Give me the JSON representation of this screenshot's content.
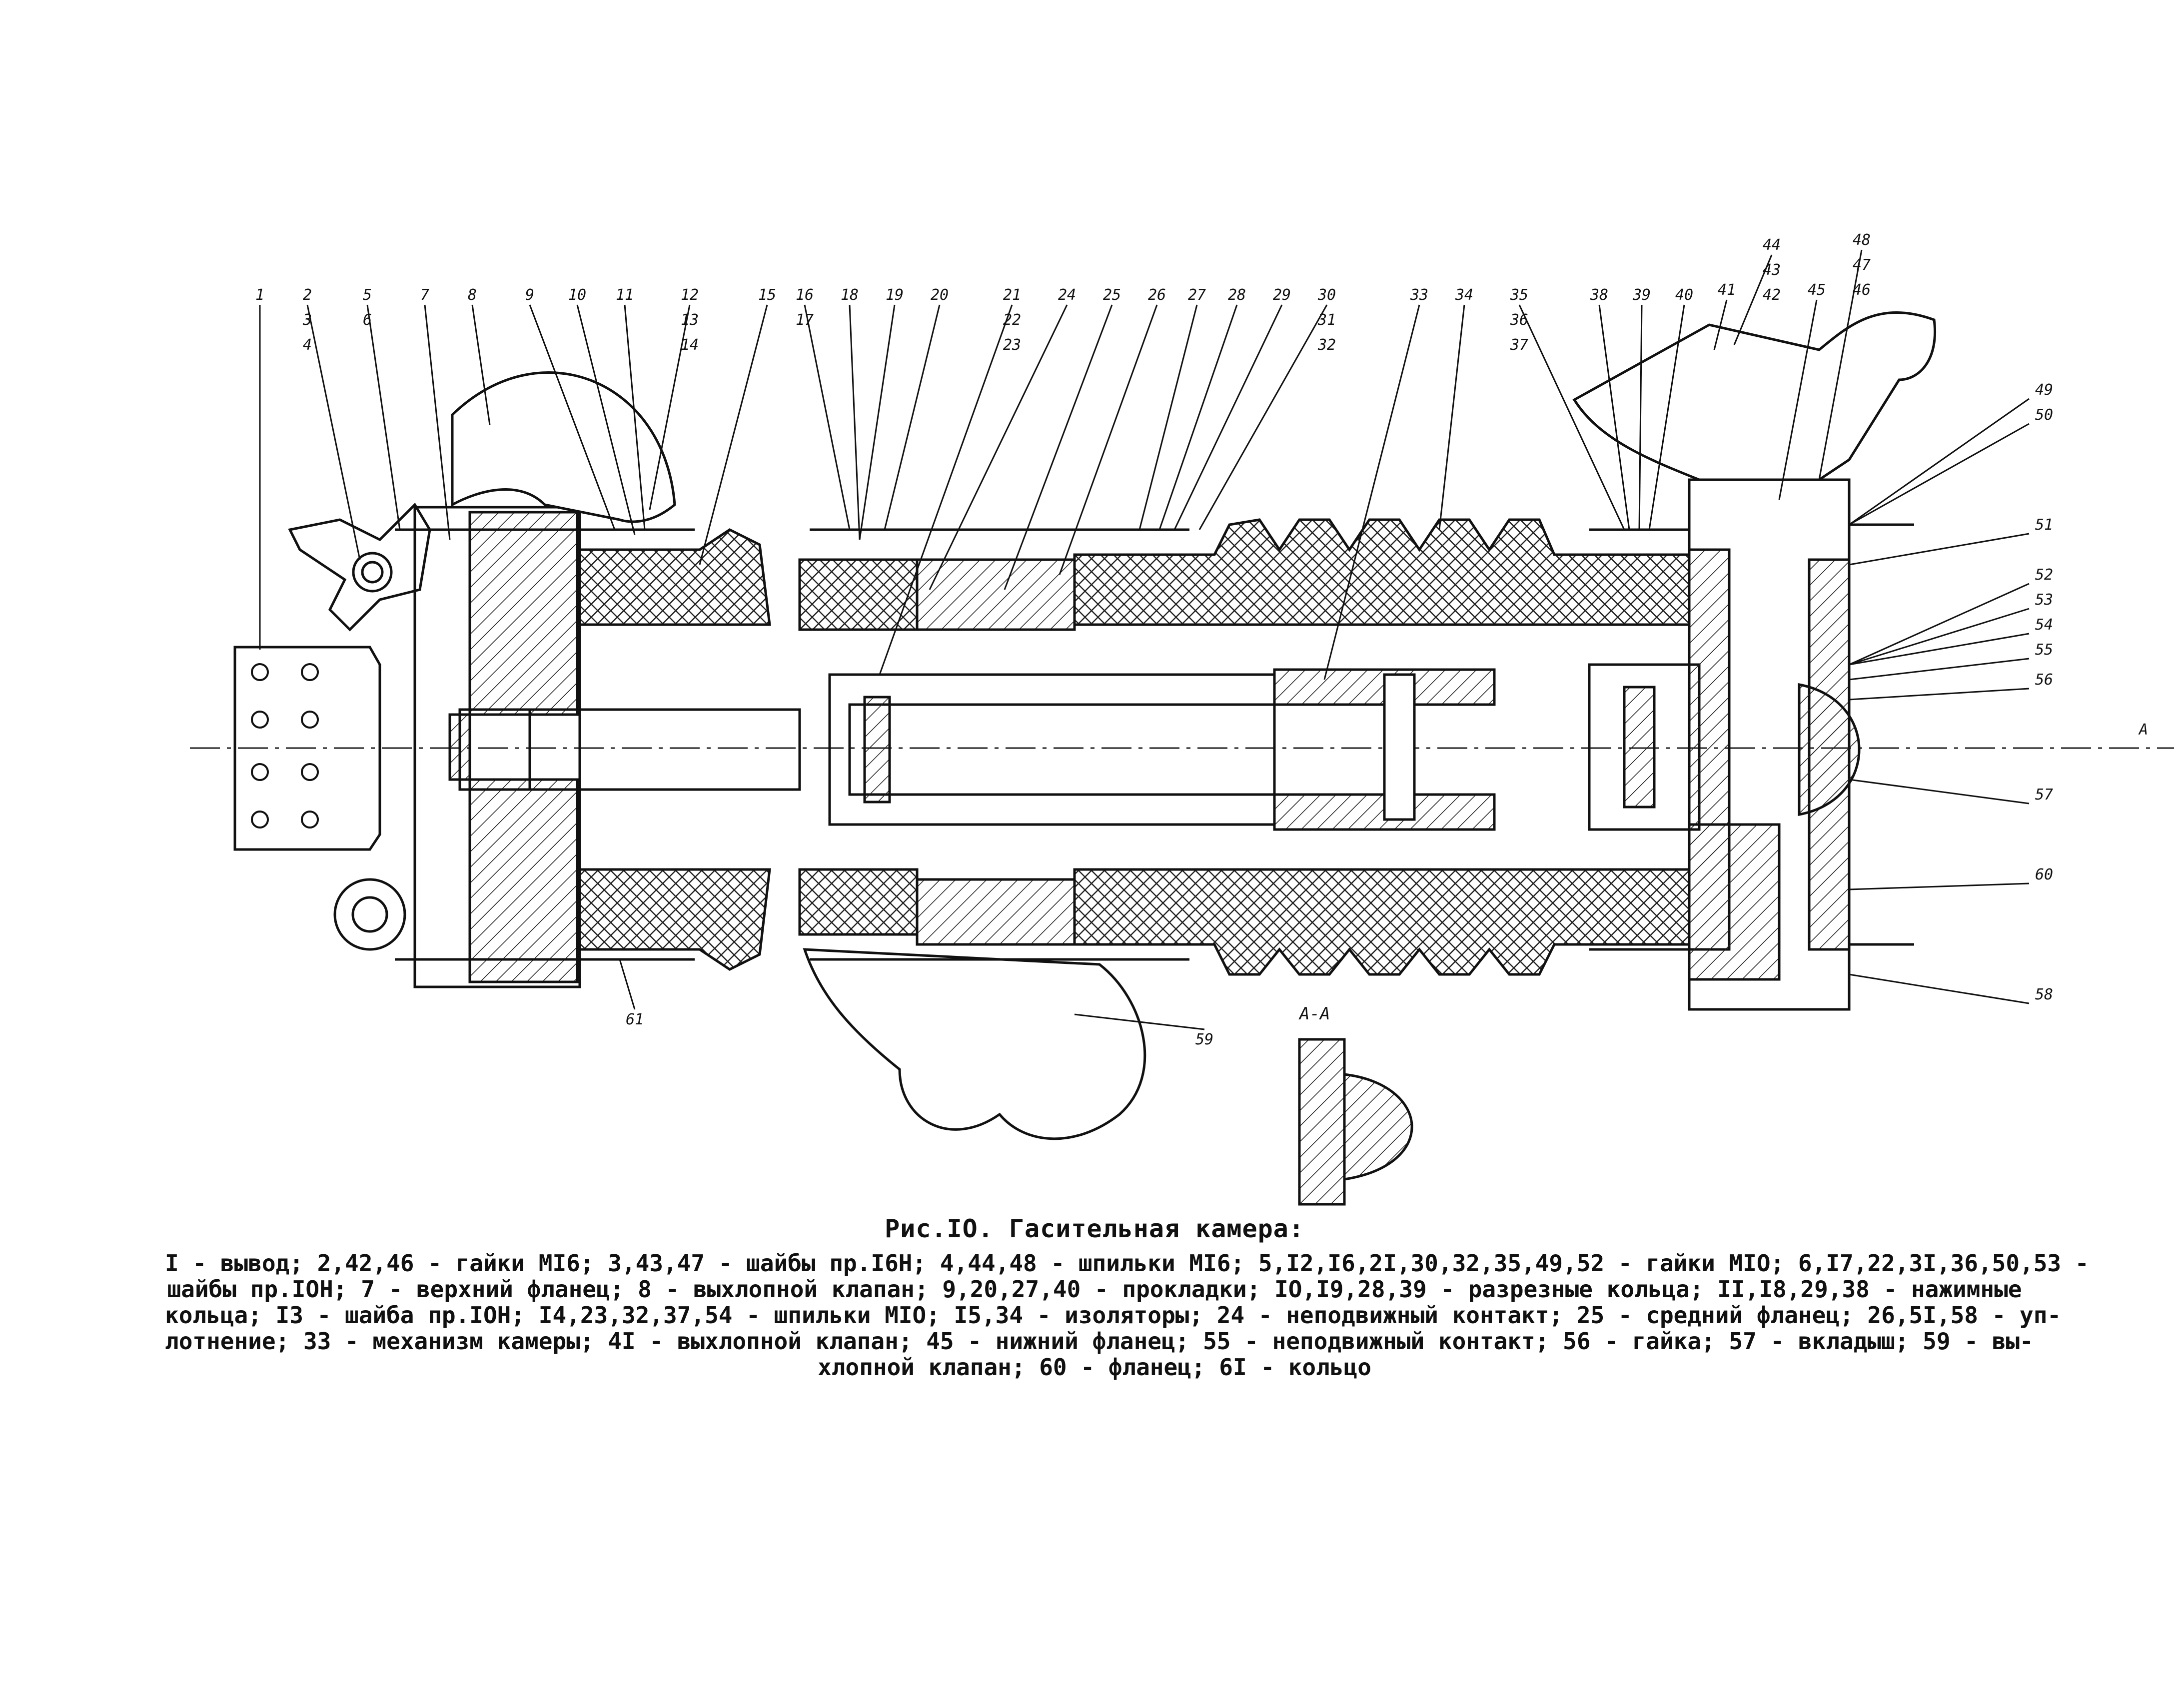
{
  "figure": {
    "title": "Рис.IO. Гасительная камера:",
    "legend_lines": [
      "I - вывод; 2,42,46 - гайки MI6; 3,43,47 - шайбы пр.I6H; 4,44,48 - шпильки MI6; 5,I2,I6,2I,30,32,35,49,52 - гайки MIO; 6,I7,22,3I,36,50,53 -",
      "шайбы пр.IOH; 7 - верхний фланец; 8 - выхлопной клапан; 9,20,27,40 - прокладки; IO,I9,28,39 - разрезные кольца; II,I8,29,38 - нажимные",
      "кольца; I3 - шайба пр.IOH; I4,23,32,37,54 - шпильки MIO; I5,34 - изоляторы; 24 - неподвижный контакт; 25 - средний фланец; 26,5I,58 - уп-",
      "лотнение; 33 - механизм камеры; 4I - выхлопной клапан; 45 - нижний фланец; 55 - неподвижный контакт; 56 - гайка; 57 - вкладыш; 59 - вы-",
      "хлопной клапан; 60 - фланец; 6I - кольцо"
    ],
    "section_label": "А-А",
    "section_mark": "А"
  },
  "callouts_top": [
    "1",
    "2",
    "3",
    "4",
    "5",
    "6",
    "7",
    "8",
    "9",
    "10",
    "11",
    "12",
    "13",
    "14",
    "15",
    "16",
    "17",
    "18",
    "19",
    "20",
    "21",
    "22",
    "23",
    "24",
    "25",
    "26",
    "27",
    "28",
    "29",
    "30",
    "31",
    "32",
    "33",
    "34",
    "35",
    "36",
    "37",
    "38",
    "39",
    "40",
    "41",
    "44",
    "43",
    "42",
    "45",
    "48",
    "47",
    "46"
  ],
  "callouts_right": [
    "49",
    "50",
    "51",
    "52",
    "53",
    "54",
    "55",
    "56",
    "57",
    "60",
    "58"
  ],
  "callouts_bottom": [
    "61",
    "59"
  ]
}
